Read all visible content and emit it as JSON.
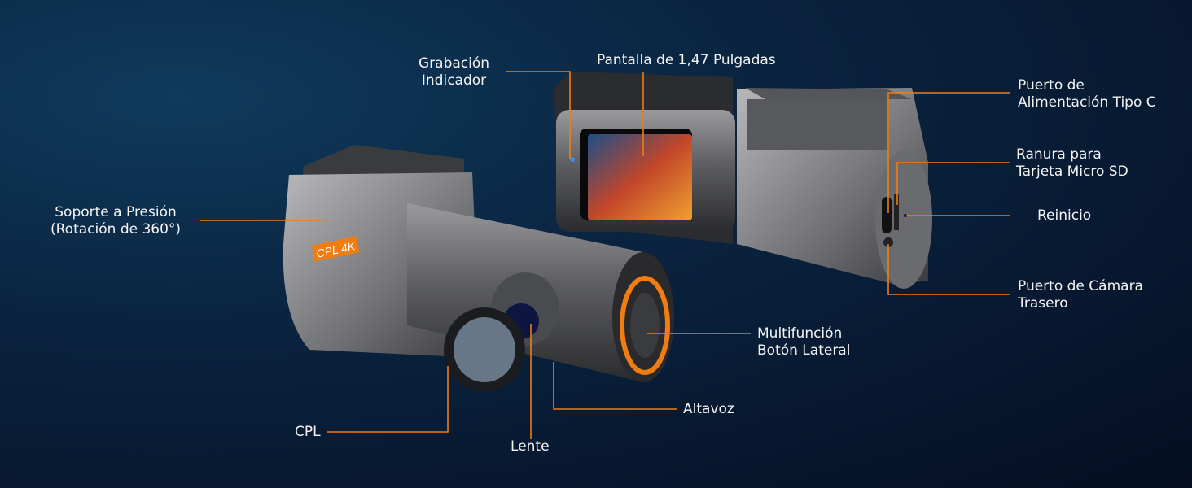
{
  "accent_color": "#f07d12",
  "badge": {
    "text": "CPL 4K",
    "color": "#f07d12"
  },
  "labels": {
    "recording_indicator": [
      "Grabación",
      "Indicador"
    ],
    "screen": "Pantalla de 1,47 Pulgadas",
    "power_port": [
      "Puerto de",
      "Alimentación Tipo C"
    ],
    "sd_slot": [
      "Ranura para",
      "Tarjeta Micro SD"
    ],
    "reset": "Reinicio",
    "rear_camera_port": [
      "Puerto de Cámara",
      "Trasero"
    ],
    "mount": [
      "Soporte a Presión",
      "(Rotación de 360°)"
    ],
    "side_button": [
      "Multifunción",
      "Botón Lateral"
    ],
    "speaker": "Altavoz",
    "lens": "Lente",
    "cpl": "CPL"
  }
}
